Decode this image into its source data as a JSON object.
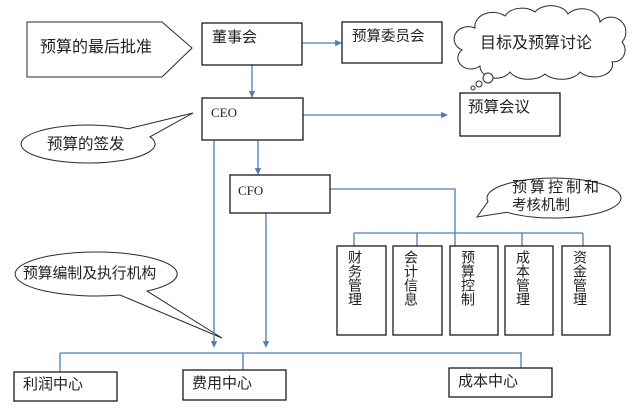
{
  "diagram": {
    "nodes": {
      "board": "董事会",
      "budget_committee": "预算委员会",
      "ceo": "CEO",
      "budget_meeting": "预算会议",
      "cfo": "CFO",
      "departments": [
        "财务管理",
        "会计信息",
        "预算控制",
        "成本管理",
        "资金管理"
      ],
      "profit_center": "利润中心",
      "expense_center": "费用中心",
      "cost_center": "成本中心"
    },
    "callouts": {
      "final_approval": "预算的最后批准",
      "goal_discussion": "目标及预算讨论",
      "signing": "预算的签发",
      "control_line1": "预算控制和",
      "control_line2": "考核机制",
      "preparation": "预算编制及执行机构"
    },
    "colors": {
      "connector": "#4a7ebb",
      "border": "#1a1a1a",
      "background": "#ffffff"
    }
  }
}
